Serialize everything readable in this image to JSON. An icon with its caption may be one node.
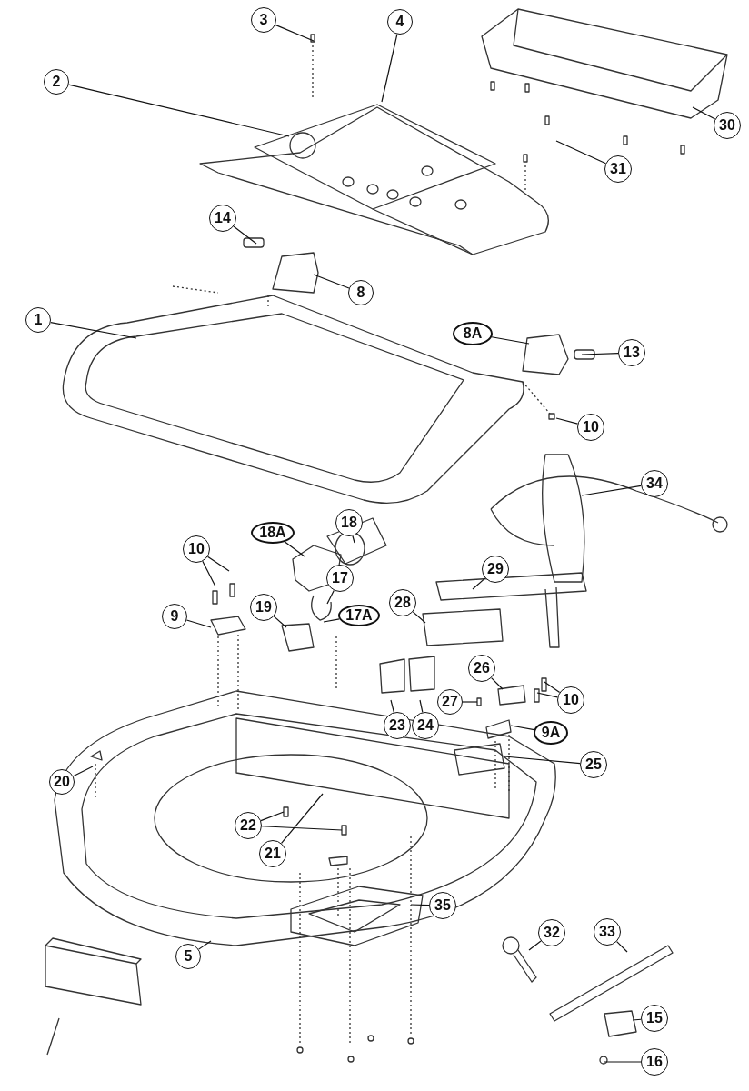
{
  "diagram": {
    "nodes": [
      {
        "text": [
          "3"
        ]
      },
      {
        "text": [
          "4"
        ]
      },
      {
        "text": [
          "2"
        ]
      },
      {
        "text": [
          "30"
        ]
      },
      {
        "text": [
          "31"
        ]
      },
      {
        "text": [
          "14"
        ]
      },
      {
        "text": [
          "8"
        ]
      },
      {
        "text": [
          "1"
        ]
      },
      {
        "text": [
          "8A"
        ]
      },
      {
        "text": [
          "13"
        ]
      },
      {
        "text": [
          "10"
        ]
      },
      {
        "text": [
          "34"
        ]
      },
      {
        "text": [
          "18"
        ]
      },
      {
        "text": [
          "18A"
        ]
      },
      {
        "text": [
          "10"
        ]
      },
      {
        "text": [
          "29"
        ]
      },
      {
        "text": [
          "17"
        ]
      },
      {
        "text": [
          "28"
        ]
      },
      {
        "text": [
          "19"
        ]
      },
      {
        "text": [
          "17A"
        ]
      },
      {
        "text": [
          "9"
        ]
      },
      {
        "text": [
          "26"
        ]
      },
      {
        "text": [
          "10"
        ]
      },
      {
        "text": [
          "27"
        ]
      },
      {
        "text": [
          "23"
        ]
      },
      {
        "text": [
          "24"
        ]
      },
      {
        "text": [
          "9A"
        ]
      },
      {
        "text": [
          "25"
        ]
      },
      {
        "text": [
          "20"
        ]
      },
      {
        "text": [
          "22"
        ]
      },
      {
        "text": [
          "21"
        ]
      },
      {
        "text": [
          "35"
        ]
      },
      {
        "text": [
          "32"
        ]
      },
      {
        "text": [
          "33"
        ]
      },
      {
        "text": [
          "5"
        ]
      },
      {
        "text": [
          "15"
        ]
      },
      {
        "text": [
          "16"
        ]
      }
    ],
    "edges": [
      {
        "from": 0,
        "to": null,
        "arrow": "none"
      },
      {
        "from": 1,
        "to": null,
        "arrow": "none"
      },
      {
        "from": 2,
        "to": null,
        "arrow": "none"
      },
      {
        "from": 3,
        "to": null,
        "arrow": "none"
      },
      {
        "from": 4,
        "to": null,
        "arrow": "none"
      },
      {
        "from": 5,
        "to": null,
        "arrow": "none"
      },
      {
        "from": 6,
        "to": null,
        "arrow": "none"
      },
      {
        "from": 7,
        "to": null,
        "arrow": "none"
      },
      {
        "from": 8,
        "to": null,
        "arrow": "none"
      },
      {
        "from": 9,
        "to": null,
        "arrow": "none"
      },
      {
        "from": 10,
        "to": null,
        "arrow": "none"
      },
      {
        "from": 11,
        "to": null,
        "arrow": "none"
      },
      {
        "from": 12,
        "to": null,
        "arrow": "none"
      },
      {
        "from": 13,
        "to": null,
        "arrow": "none"
      },
      {
        "from": 14,
        "to": null,
        "arrow": "none"
      },
      {
        "from": 14,
        "to": null,
        "arrow": "none"
      },
      {
        "from": 15,
        "to": null,
        "arrow": "none"
      },
      {
        "from": 16,
        "to": null,
        "arrow": "none"
      },
      {
        "from": 17,
        "to": null,
        "arrow": "none"
      },
      {
        "from": 18,
        "to": null,
        "arrow": "none"
      },
      {
        "from": 19,
        "to": null,
        "arrow": "none"
      },
      {
        "from": 20,
        "to": null,
        "arrow": "none"
      },
      {
        "from": 21,
        "to": null,
        "arrow": "none"
      },
      {
        "from": 22,
        "to": null,
        "arrow": "none"
      },
      {
        "from": 22,
        "to": null,
        "arrow": "none"
      },
      {
        "from": 23,
        "to": null,
        "arrow": "none"
      },
      {
        "from": 24,
        "to": null,
        "arrow": "none"
      },
      {
        "from": 25,
        "to": null,
        "arrow": "none"
      },
      {
        "from": 26,
        "to": null,
        "arrow": "none"
      },
      {
        "from": 27,
        "to": null,
        "arrow": "none"
      },
      {
        "from": 28,
        "to": null,
        "arrow": "none"
      },
      {
        "from": 29,
        "to": null,
        "arrow": "none"
      },
      {
        "from": 29,
        "to": null,
        "arrow": "none"
      },
      {
        "from": 30,
        "to": null,
        "arrow": "none"
      },
      {
        "from": 31,
        "to": null,
        "arrow": "none"
      },
      {
        "from": 32,
        "to": null,
        "arrow": "none"
      },
      {
        "from": 33,
        "to": null,
        "arrow": "none"
      },
      {
        "from": 34,
        "to": null,
        "arrow": "none"
      },
      {
        "from": 35,
        "to": null,
        "arrow": "none"
      },
      {
        "from": 36,
        "to": null,
        "arrow": "none"
      }
    ]
  }
}
